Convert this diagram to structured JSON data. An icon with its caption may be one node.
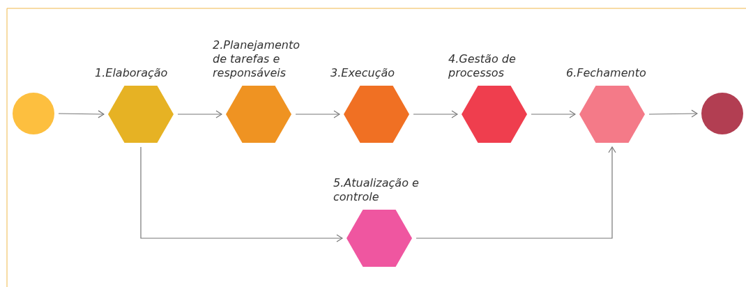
{
  "diagram": {
    "nodes": [
      {
        "text": [],
        "shape": "circle"
      },
      {
        "text": [
          "1.Elaboração"
        ]
      },
      {
        "text": [
          "2.Planejamento de tarefas e responsáveis"
        ]
      },
      {
        "text": [
          "3.Execução"
        ]
      },
      {
        "text": [
          "4.Gestão de processos"
        ]
      },
      {
        "text": [
          "5.Atualização e controle"
        ]
      },
      {
        "text": [
          "6.Fechamento"
        ]
      },
      {
        "text": [],
        "shape": "circle"
      }
    ],
    "edges": [
      {
        "from": 0,
        "to": 1,
        "arrow": "to"
      },
      {
        "from": 1,
        "to": 2,
        "arrow": "to"
      },
      {
        "from": 2,
        "to": 3,
        "arrow": "to"
      },
      {
        "from": 3,
        "to": 4,
        "arrow": "to"
      },
      {
        "from": 4,
        "to": 6,
        "arrow": "to"
      },
      {
        "from": 6,
        "to": 7,
        "arrow": "to"
      },
      {
        "from": 1,
        "to": 5,
        "arrow": "to"
      },
      {
        "from": 5,
        "to": 6,
        "arrow": "to"
      }
    ]
  }
}
